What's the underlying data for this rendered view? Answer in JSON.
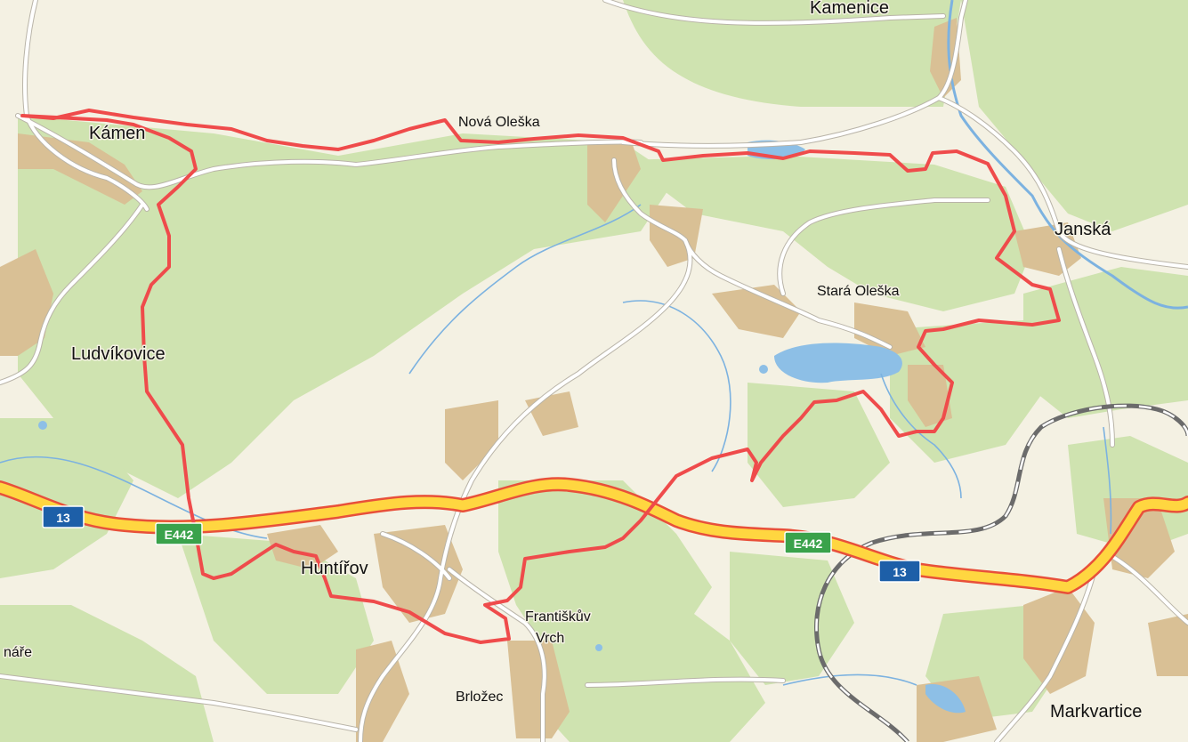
{
  "map": {
    "places": {
      "kamenice": "Kamenice",
      "kamen": "Kámen",
      "nova_oleska": "Nová Oleška",
      "janska": "Janská",
      "stara_oleska": "Stará Oleška",
      "ludvikovice": "Ludvíkovice",
      "huntirov": "Huntířov",
      "frantiskuv_line1": "Františkův",
      "frantiskuv_line2": "Vrch",
      "nare": "náře",
      "brlozec": "Brložec",
      "markvartice": "Markvartice"
    },
    "shields": {
      "road13_west": "13",
      "road13_east": "13",
      "e442_west": "E442",
      "e442_east": "E442"
    },
    "colors": {
      "land": "#f4f1e3",
      "forest": "#cfe3b0",
      "builtup": "#d9c095",
      "water": "#8dbfe6",
      "stream": "#7cb2e0",
      "road": "#ffffff",
      "road_casing": "#b9b4a8",
      "main_road_fill": "#ffd640",
      "main_road_casing": "#e8503a",
      "route": "#ef4b4b",
      "rail": "#6b6b6b",
      "shield_blue": "#1d5fa8",
      "shield_green": "#3aa24b"
    }
  }
}
